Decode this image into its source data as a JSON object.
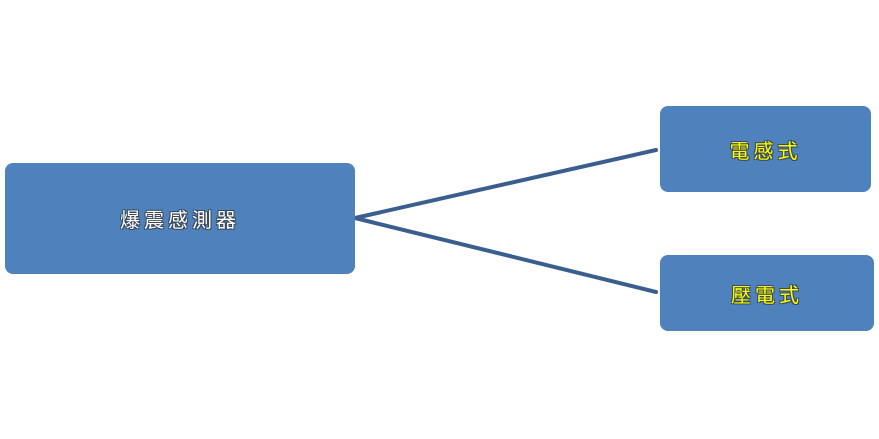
{
  "diagram": {
    "root": {
      "label": "爆震感測器"
    },
    "children": [
      {
        "label": "電感式"
      },
      {
        "label": "壓電式"
      }
    ]
  },
  "colors": {
    "box_fill": "#4f81bd",
    "connector": "#3a5f8f",
    "root_text": "#ffffff",
    "child_text": "#ffff00"
  }
}
